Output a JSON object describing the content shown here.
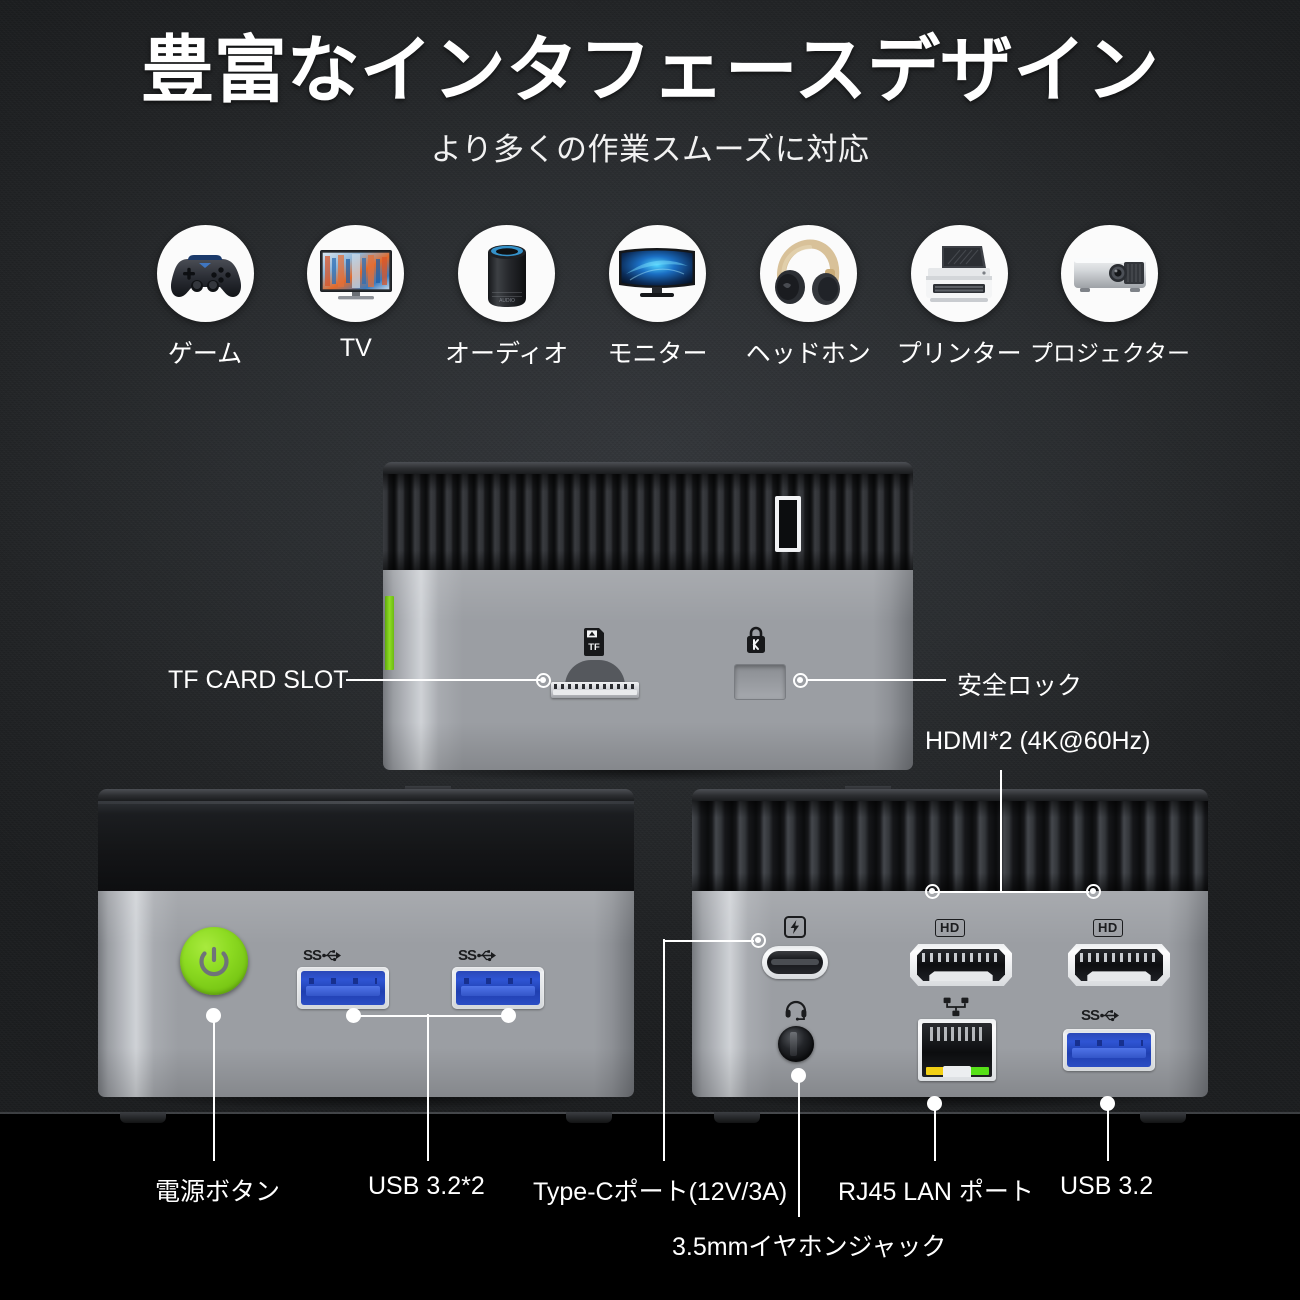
{
  "header": {
    "title": "豊富なインタフェースデザイン",
    "subtitle": "より多くの作業スムーズに対応"
  },
  "device_icons": [
    {
      "label": "ゲーム",
      "icon": "gamepad-icon"
    },
    {
      "label": "TV",
      "icon": "television-icon"
    },
    {
      "label": "オーディオ",
      "icon": "speaker-icon"
    },
    {
      "label": "モニター",
      "icon": "monitor-icon"
    },
    {
      "label": "ヘッドホン",
      "icon": "headphones-icon"
    },
    {
      "label": "プリンター",
      "icon": "printer-icon"
    },
    {
      "label": "プロジェクター",
      "icon": "projector-icon"
    }
  ],
  "callouts": {
    "tf_card_slot": "TF CARD SLOT",
    "security_lock": "安全ロック",
    "hdmi": "HDMI*2 (4K@60Hz)",
    "power_button": "電源ボタン",
    "usb_front": "USB 3.2*2",
    "type_c": "Type-Cポート(12V/3A)",
    "audio_jack": "3.5mmイヤホンジャック",
    "lan": "RJ45 LAN ポート",
    "usb_rear": "USB 3.2"
  },
  "port_marks": {
    "tf_label": "TF",
    "ss_usb": "SS",
    "hd_left": "HD",
    "hd_right": "HD"
  },
  "colors": {
    "power_green": "#8ddb22",
    "usb_blue": "#2f55d4",
    "lan_led_yellow": "#f2d015",
    "lan_led_green": "#56e018",
    "chassis_silver": "#9b9ea3",
    "background_dark": "#2a2d30",
    "background_black": "#000000",
    "text_white": "#ffffff"
  }
}
